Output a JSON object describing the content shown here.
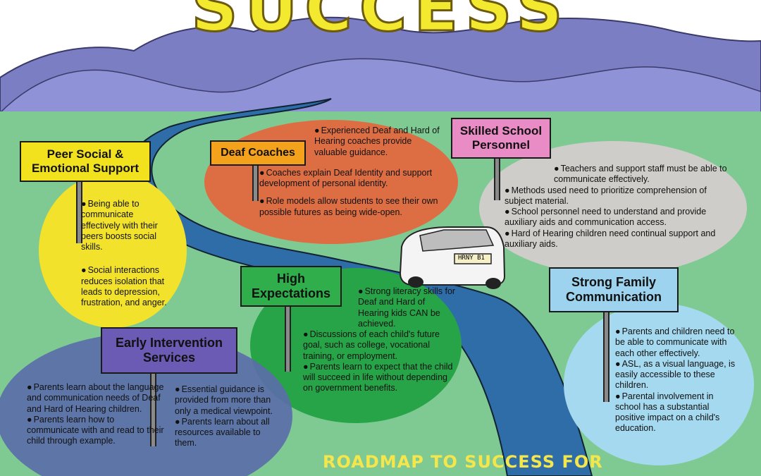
{
  "header": {
    "title": "SUCCESS"
  },
  "footer": {
    "caption": "ROADMAP TO SUCCESS FOR"
  },
  "car": {
    "plate": "HRNY B1"
  },
  "signs": [
    {
      "label": "Peer Social &\nEmotional Support",
      "color": "#f2e21e"
    },
    {
      "label": "Deaf Coaches",
      "color": "#f4a21c"
    },
    {
      "label": "Skilled School\nPersonnel",
      "color": "#e98bc4"
    },
    {
      "label": "High\nExpectations",
      "color": "#2fae4b"
    },
    {
      "label": "Strong Family\nCommunication",
      "color": "#9ed3ef"
    },
    {
      "label": "Early Intervention\nServices",
      "color": "#6b5bb5"
    }
  ],
  "blurbs": {
    "peer": [
      "Being able to communicate effectively with their peers boosts social skills.",
      "Social interactions reduces isolation that leads to depression, frustration, and anger."
    ],
    "coaches": [
      "Experienced Deaf and Hard of Hearing coaches provide valuable guidance.",
      "Coaches explain Deaf Identity and support development of personal identity.",
      "Role models allow students to see their own possible futures as being wide-open."
    ],
    "school": [
      "Teachers and support staff must be able to communicate effectively.",
      "Methods used need to prioritize comprehension of subject material.",
      "School personnel need to understand and provide auxiliary aids and communication access.",
      "Hard of Hearing children need continual support and auxiliary aids."
    ],
    "expect": [
      "Strong literacy skills for Deaf and Hard of Hearing kids CAN be achieved.",
      "Discussions of each child's future goal, such as college, vocational training, or employment.",
      "Parents learn to expect that the child will succeed in life without depending on government benefits."
    ],
    "family": [
      "Parents and children need to be able to communicate with each other effectively.",
      "ASL, as a visual language, is easily accessible to these children.",
      "Parental involvement in school has a substantial positive impact on a child's education."
    ],
    "early_left": [
      "Parents learn about the language and communication needs of Deaf and Hard of Hearing children.",
      "Parents learn how to communicate with and read to their child through example."
    ],
    "early_right": [
      "Essential guidance is provided from more than only a medical viewpoint.",
      "Parents learn about all resources available to them."
    ]
  }
}
